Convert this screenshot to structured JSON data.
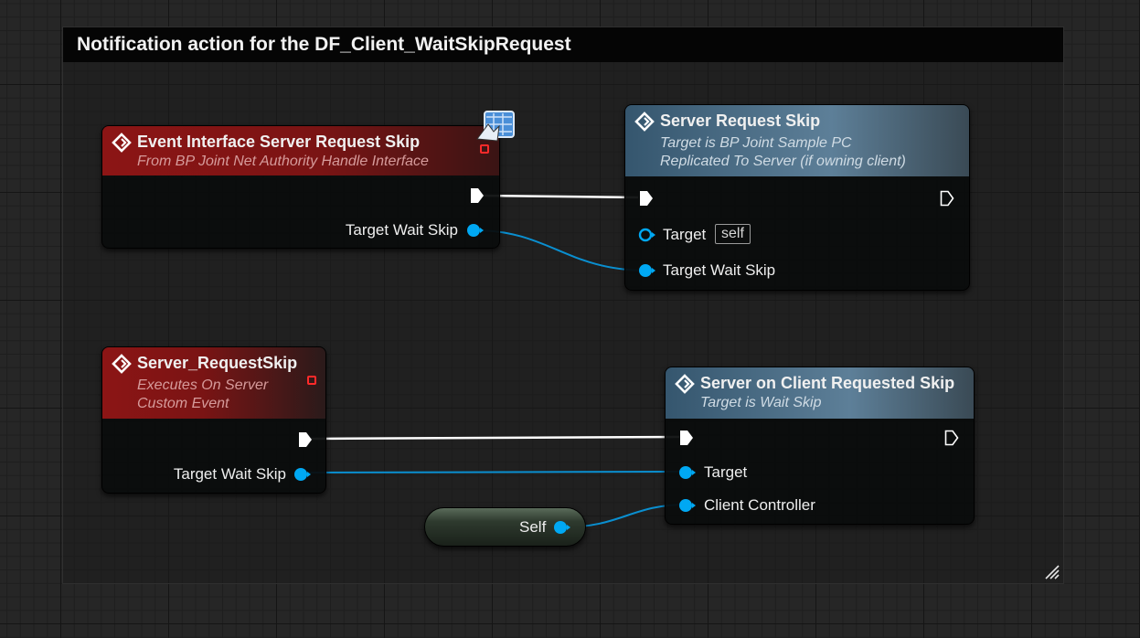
{
  "comment": {
    "title": "Notification action for the DF_Client_WaitSkipRequest"
  },
  "nodes": {
    "event_interface": {
      "title": "Event Interface Server Request Skip",
      "subtitle": "From BP Joint Net Authority Handle Interface",
      "pin_target_wait_skip": "Target Wait Skip"
    },
    "server_request_skip": {
      "title": "Server Request Skip",
      "subtitle1": "Target is BP Joint Sample PC",
      "subtitle2": "Replicated To Server (if owning client)",
      "pin_target": "Target",
      "target_default": "self",
      "pin_target_wait_skip": "Target Wait Skip"
    },
    "server_requestskip_event": {
      "title": "Server_RequestSkip",
      "subtitle1": "Executes On Server",
      "subtitle2": "Custom Event",
      "pin_target_wait_skip": "Target Wait Skip"
    },
    "server_on_client_requested": {
      "title": "Server on Client Requested Skip",
      "subtitle": "Target is Wait Skip",
      "pin_target": "Target",
      "pin_client_controller": "Client Controller"
    },
    "self_node": {
      "label": "Self"
    }
  },
  "colors": {
    "event_header": "#8c1515",
    "function_header": "#5d7f98",
    "object_pin": "#00a8f3",
    "exec_wire": "#ffffff",
    "comment_title_bg": "#050505"
  }
}
